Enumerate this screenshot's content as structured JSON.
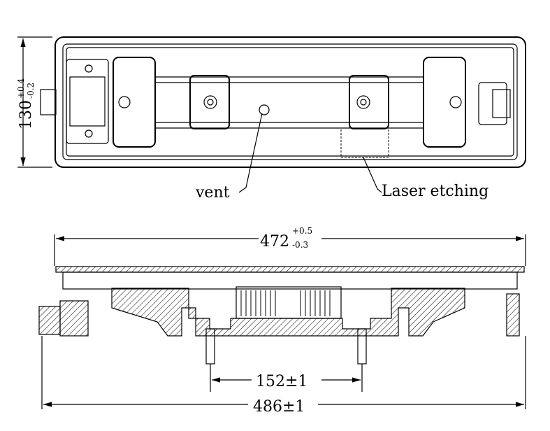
{
  "top_view": {
    "height_dim": {
      "nominal": "130",
      "upper_tol": "+0.4",
      "lower_tol": "-0.2"
    },
    "callouts": {
      "vent": "vent",
      "laser": "Laser etching"
    }
  },
  "side_view": {
    "overall_top": {
      "nominal": "472",
      "upper_tol": "+0.5",
      "lower_tol": "-0.3"
    },
    "mount_spacing": "152±1",
    "overall_bottom": "486±1"
  },
  "colors": {
    "line": "#000000",
    "background": "#ffffff"
  }
}
